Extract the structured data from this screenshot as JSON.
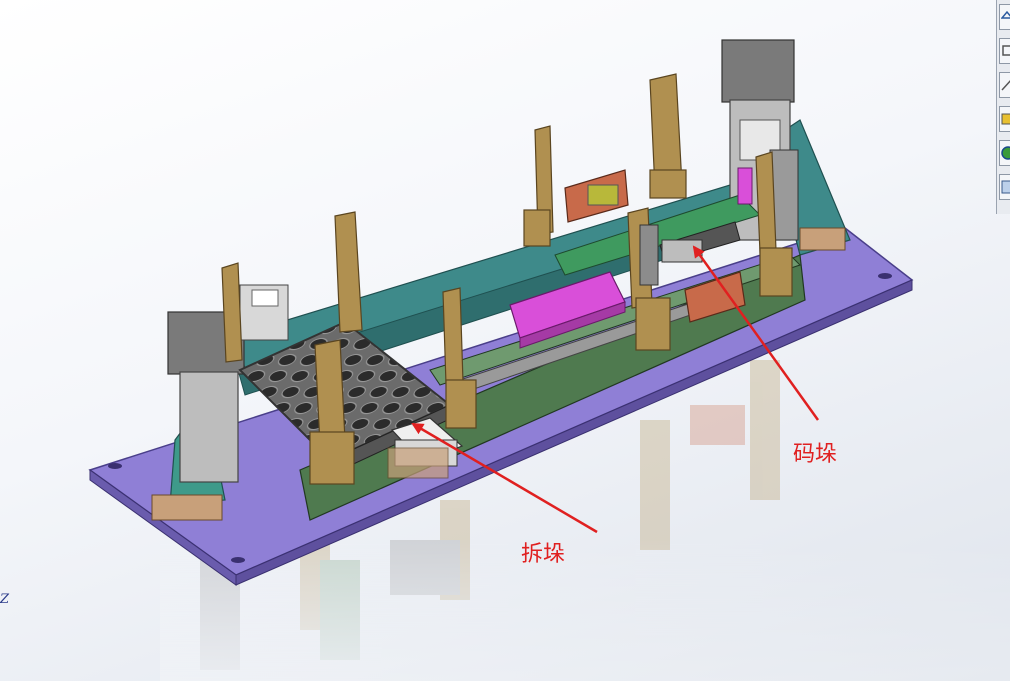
{
  "annotations": {
    "stacking": "码垛",
    "unstacking": "拆垛"
  },
  "axis": {
    "label": "Z"
  },
  "toolbar": {
    "icons": [
      "home-view-icon",
      "cube-view-icon",
      "section-view-icon",
      "display-style-icon",
      "appearance-globe-icon",
      "scene-icon"
    ]
  },
  "colors": {
    "base_plate": "#8f7fd6",
    "frame_green": "#4f7a4f",
    "rail_teal": "#3e8a8a",
    "post_gold": "#b09050",
    "carriage_magenta": "#d94fd9",
    "bracket_orange": "#c86a4a",
    "arrow_red": "#e02020",
    "frame_gray": "#707070"
  }
}
